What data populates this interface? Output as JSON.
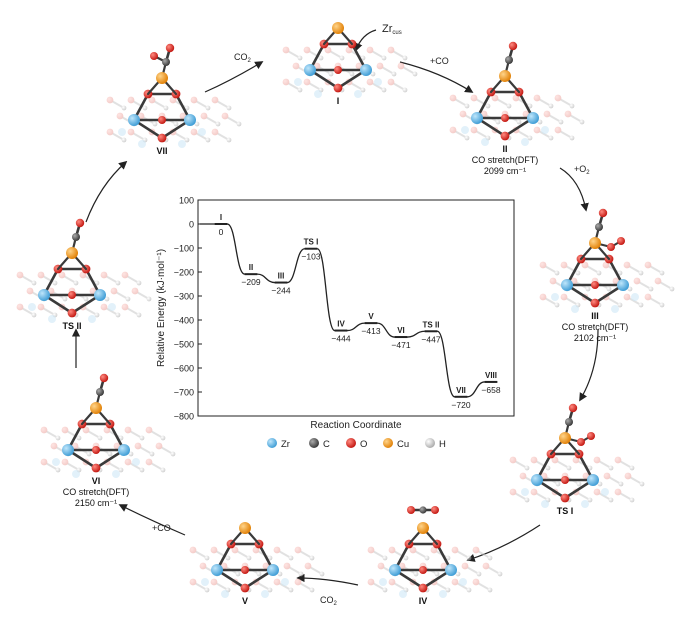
{
  "top_label": {
    "zr_cus": "Zr",
    "zr_cus_sub": "cus"
  },
  "structures": [
    {
      "id": "I",
      "label": "I",
      "note": null
    },
    {
      "id": "II",
      "label": "II",
      "note": [
        "CO stretch(DFT)",
        "2099 cm⁻¹"
      ]
    },
    {
      "id": "III",
      "label": "III",
      "note": [
        "CO stretch(DFT)",
        "2102 cm⁻¹"
      ]
    },
    {
      "id": "TSI",
      "label": "TS I",
      "note": null
    },
    {
      "id": "IV",
      "label": "IV",
      "note": null
    },
    {
      "id": "V",
      "label": "V",
      "note": null
    },
    {
      "id": "VI",
      "label": "VI",
      "note": [
        "CO stretch(DFT)",
        "2150 cm⁻¹"
      ]
    },
    {
      "id": "TSII",
      "label": "TS II",
      "note": null
    },
    {
      "id": "VII",
      "label": "VII",
      "note": null
    }
  ],
  "arrow_labels": {
    "co2_top": "CO",
    "co2_top_sub": "2",
    "co_top": "+CO",
    "o2_right": "+O",
    "o2_right_sub": "2",
    "co2_bottom": "CO",
    "co2_bottom_sub": "2",
    "co_left": "+CO"
  },
  "chart_data": {
    "type": "line",
    "ylabel": "Relative Energy (kJ·mol⁻¹)",
    "xlabel": "Reaction Coordinate",
    "ylim": [
      -800,
      100
    ],
    "yticks": [
      100,
      0,
      -100,
      -200,
      -300,
      -400,
      -500,
      -600,
      -700,
      -800
    ],
    "points": [
      {
        "label": "I",
        "value": 0,
        "value_label": "0"
      },
      {
        "label": "II",
        "value": -209,
        "value_label": "−209"
      },
      {
        "label": "III",
        "value": -244,
        "value_label": "−244"
      },
      {
        "label": "TS I",
        "value": -103,
        "value_label": "−103"
      },
      {
        "label": "IV",
        "value": -444,
        "value_label": "−444"
      },
      {
        "label": "V",
        "value": -413,
        "value_label": "−413"
      },
      {
        "label": "VI",
        "value": -471,
        "value_label": "−471"
      },
      {
        "label": "TS II",
        "value": -447,
        "value_label": "−447"
      },
      {
        "label": "VII",
        "value": -720,
        "value_label": "−720"
      },
      {
        "label": "VIII",
        "value": -658,
        "value_label": "−658"
      }
    ],
    "legend": [
      {
        "label": "Zr",
        "color": "#5fb8e8"
      },
      {
        "label": "C",
        "color": "#555555"
      },
      {
        "label": "O",
        "color": "#e0241b"
      },
      {
        "label": "Cu",
        "color": "#f39a16"
      },
      {
        "label": "H",
        "color": "#c8c8c8"
      }
    ]
  }
}
